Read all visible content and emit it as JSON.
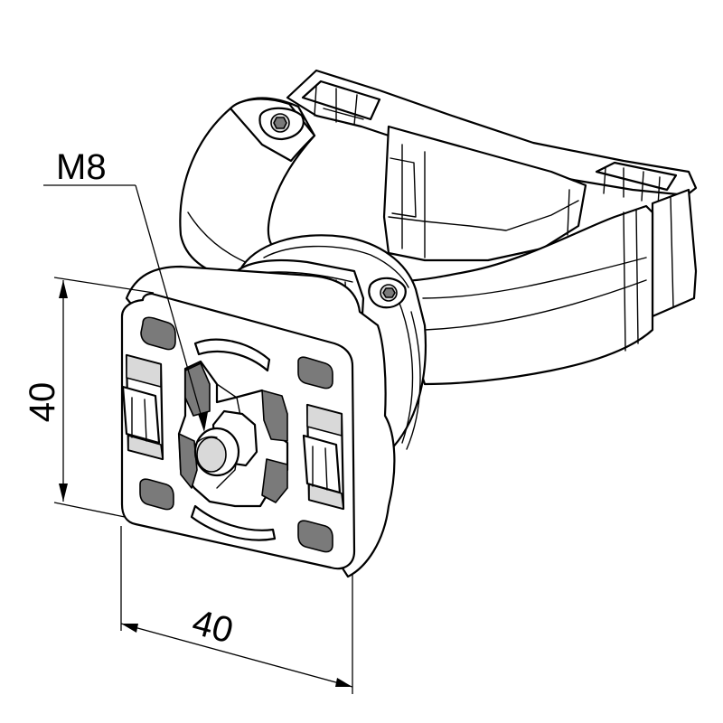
{
  "labels": {
    "thread": "M8",
    "height_dim": "40",
    "width_dim": "40"
  },
  "colors": {
    "line": "#000000",
    "hatch_fill": "#7a7a7a",
    "shade_fill": "#d9d9d9",
    "background": "#ffffff"
  }
}
